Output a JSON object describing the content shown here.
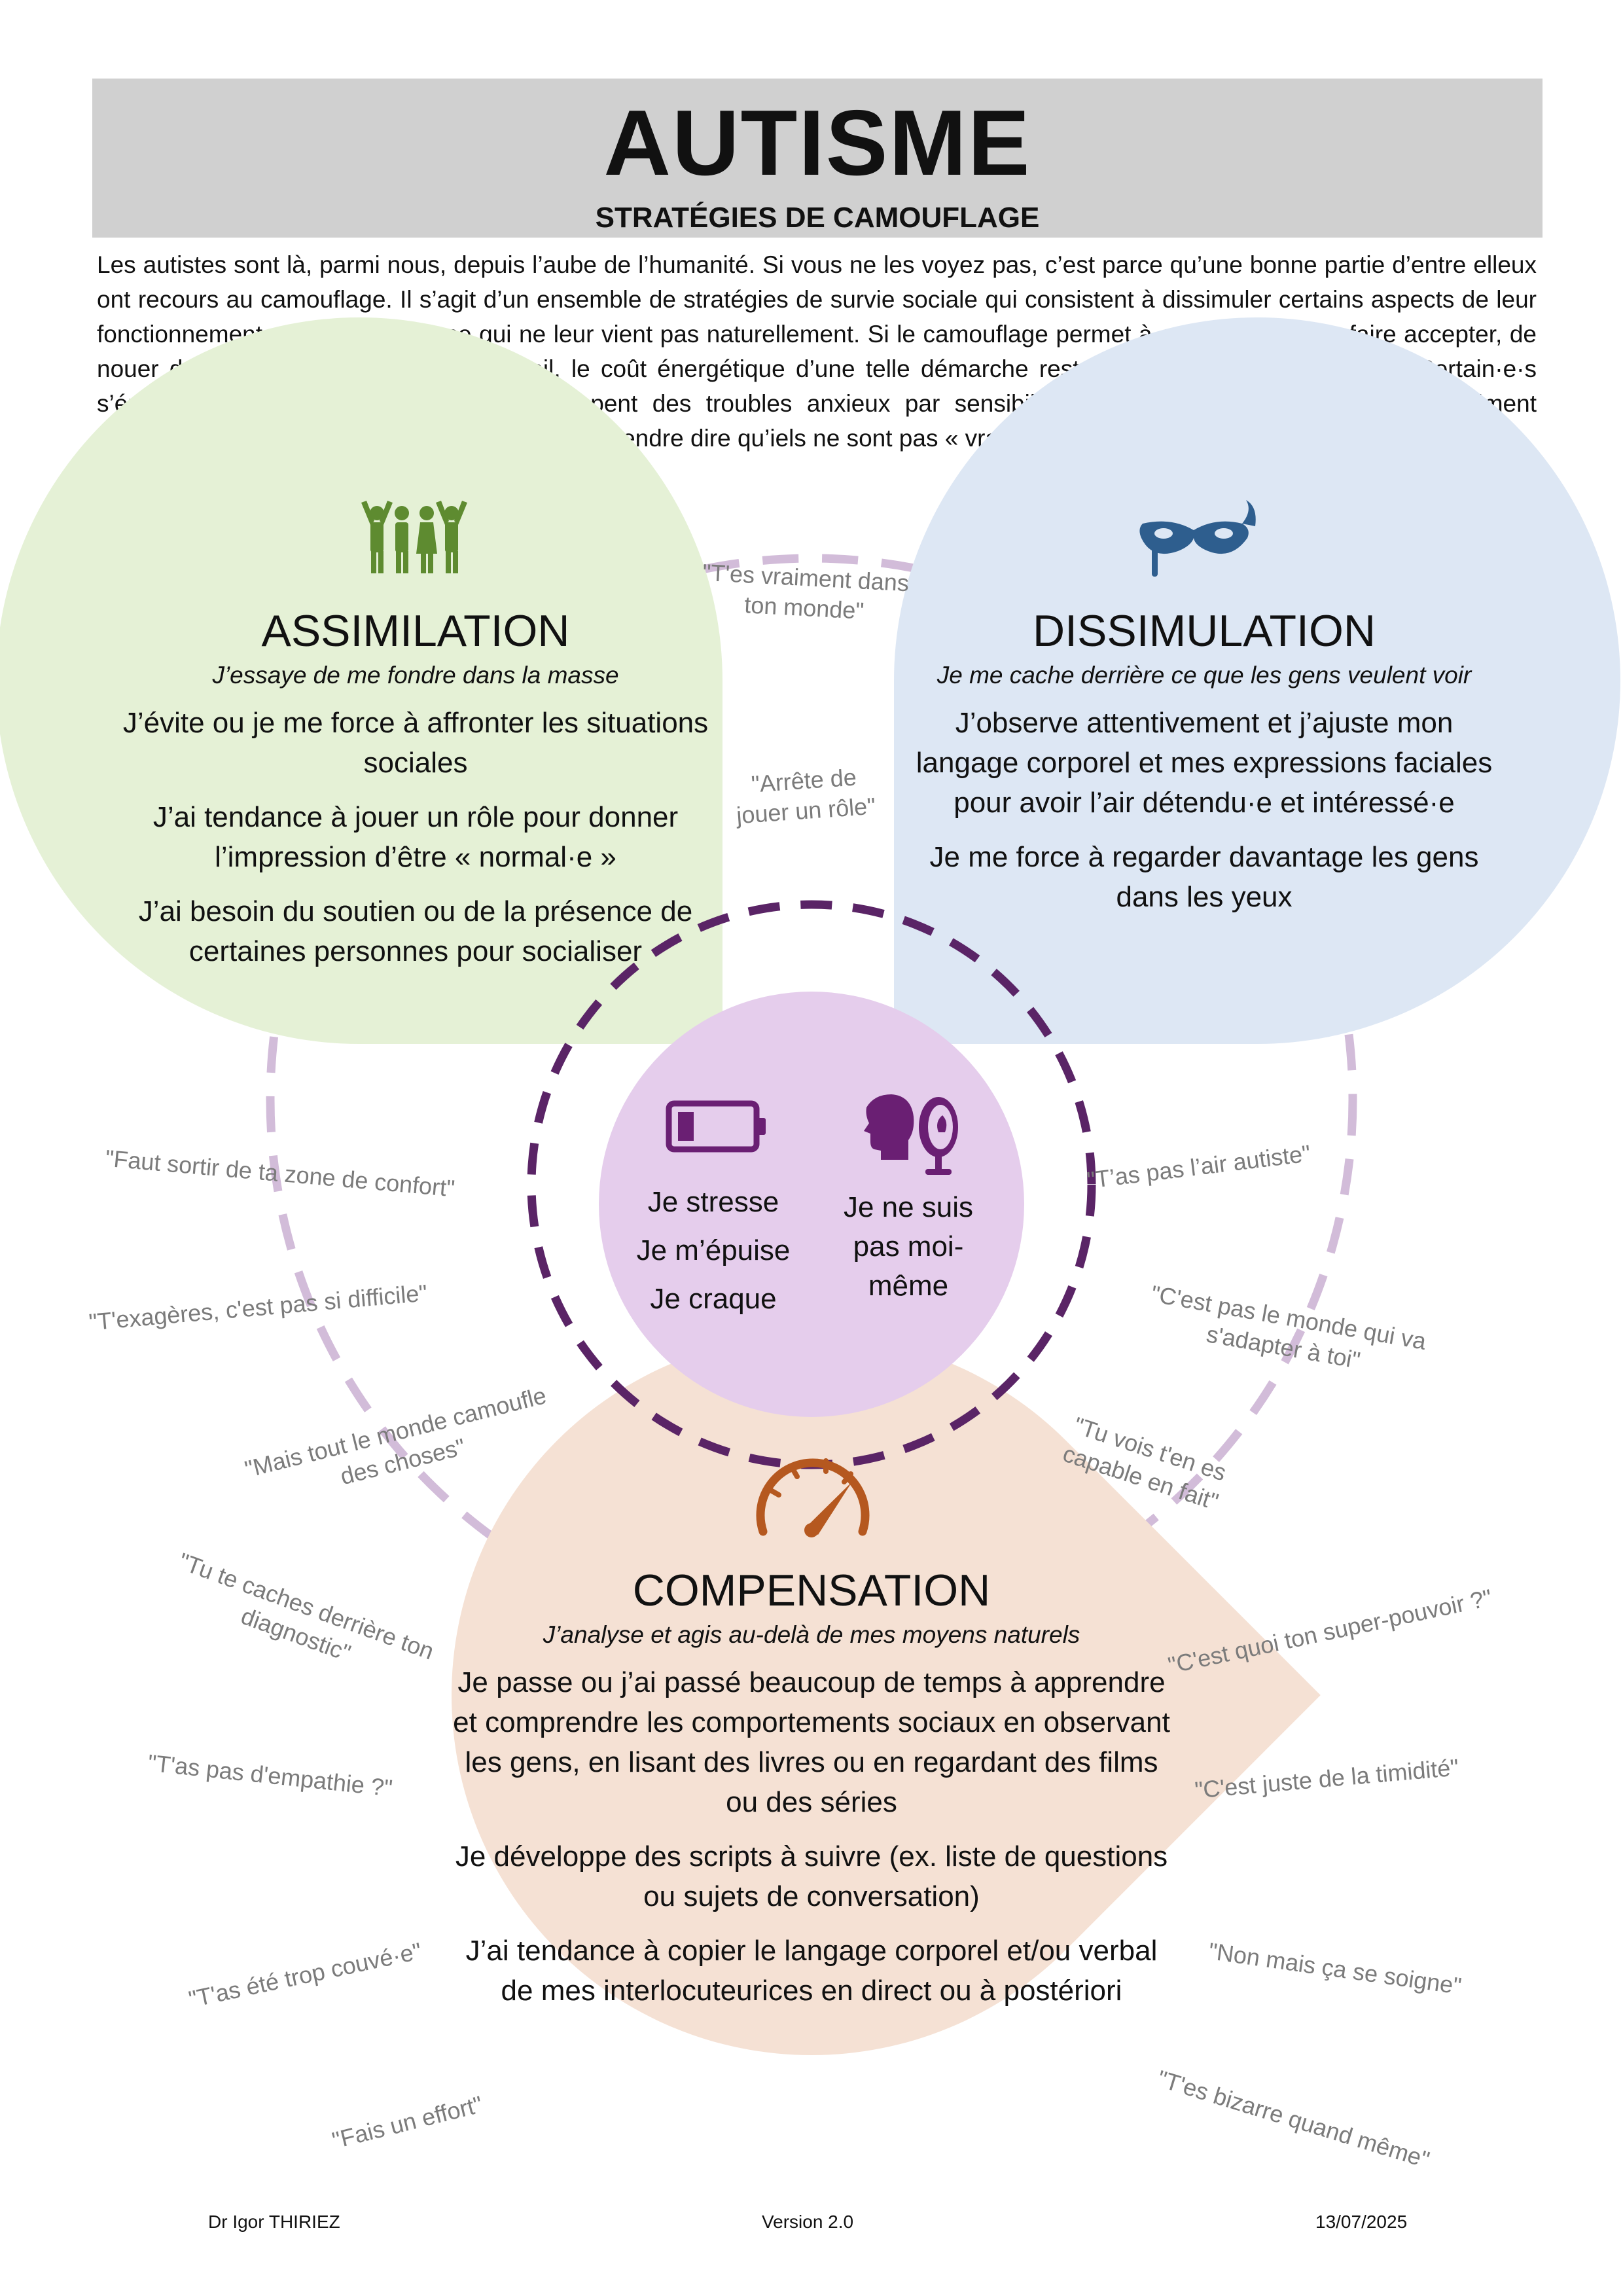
{
  "header": {
    "title": "AUTISME",
    "subtitle": "STRATÉGIES DE CAMOUFLAGE"
  },
  "intro": "Les autistes sont là, parmi nous, depuis l’aube de l’humanité. Si vous ne les voyez pas, c’est parce qu’une bonne partie d’entre elleux ont recours au camouflage. Il s’agit d’un ensemble de stratégies de survie sociale qui consistent à dissimuler certains aspects de leur fonctionnement et à compenser ce qui ne leur vient pas naturellement. Si le camouflage permet à certain·e·s de se faire accepter, de nouer des relations, de trouver un travail, le coût énergétique d’une telle démarche reste élevé, et parfois exorbitant. Certain·e·s s’épuisent régulièrement, craquent, développent des troubles anxieux par sensibilisation au stress, sans parler du sentiment déprimant de ne pas être soi-même puis de s’entendre dire qu’iels ne sont pas « vraiment » autistes.",
  "colors": {
    "assimilation_fill": "#e5f1d6",
    "dissimulation_fill": "#dde7f4",
    "center_fill": "#e5cdec",
    "compensation_fill": "#f5e1d4",
    "dark_ring": "#5a2466",
    "light_ring": "#d2bcd9",
    "people_icon": "#5e8b30",
    "mask_icon": "#2e5e8e",
    "center_icon": "#6a1f73",
    "gauge_icon": "#b5581f"
  },
  "icons": {
    "assimilation": "people-group-icon",
    "dissimulation": "mask-icon",
    "stress": "battery-low-icon",
    "self": "face-mirror-icon",
    "compensation": "speedometer-icon"
  },
  "assimilation": {
    "title": "ASSIMILATION",
    "subtitle": "J’essaye de me fondre dans la masse",
    "items": [
      "J’évite ou je me force à affronter les situations sociales",
      "J’ai tendance à jouer un rôle pour donner l’impression d’être « normal·e »",
      "J’ai besoin du soutien ou de la présence de certaines personnes pour socialiser"
    ]
  },
  "dissimulation": {
    "title": "DISSIMULATION",
    "subtitle": "Je me cache derrière ce que les gens veulent voir",
    "items": [
      "J’observe attentivement et j’ajuste mon langage corporel et mes expressions faciales pour avoir l’air détendu·e et intéressé·e",
      "Je me force à regarder davantage les gens dans les yeux"
    ]
  },
  "center": {
    "left": [
      "Je stresse",
      "Je m’épuise",
      "Je craque"
    ],
    "right": "Je ne suis pas moi-même"
  },
  "compensation": {
    "title": "COMPENSATION",
    "subtitle": "J’analyse et agis au-delà de mes moyens naturels",
    "items": [
      "Je passe ou j’ai passé beaucoup de temps à apprendre et comprendre les comportements sociaux en observant les gens, en lisant des livres ou en regardant des films ou des séries",
      "Je développe des scripts à suivre (ex. liste de questions ou sujets de conversation)",
      "J’ai tendance à copier le langage corporel et/ou verbal de mes interlocuteurices en direct ou à postériori"
    ]
  },
  "quotes": [
    "\"T'es vraiment dans ton monde\"",
    "\"Arrête de jouer un rôle\"",
    "\"Faut sortir de ta zone de confort\"",
    "\"T'exagères, c'est pas si difficile\"",
    "\"Mais tout le monde camoufle des choses\"",
    "\"Tu te caches derrière ton diagnostic\"",
    "\"T'as pas d'empathie ?\"",
    "\"T'as été trop couvé·e\"",
    "\"Fais un effort\"",
    "\"T’as pas l’air autiste\"",
    "\"C'est pas le monde qui va s'adapter à toi\"",
    "\"Tu vois t'en es capable en fait\"",
    "\"C'est quoi ton super-pouvoir ?\"",
    "\"C'est juste de la timidité\"",
    "\"Non mais ça se soigne\"",
    "\"T'es bizarre quand même\""
  ],
  "footer": {
    "author": "Dr Igor THIRIEZ",
    "version": "Version 2.0",
    "date": "13/07/2025"
  }
}
